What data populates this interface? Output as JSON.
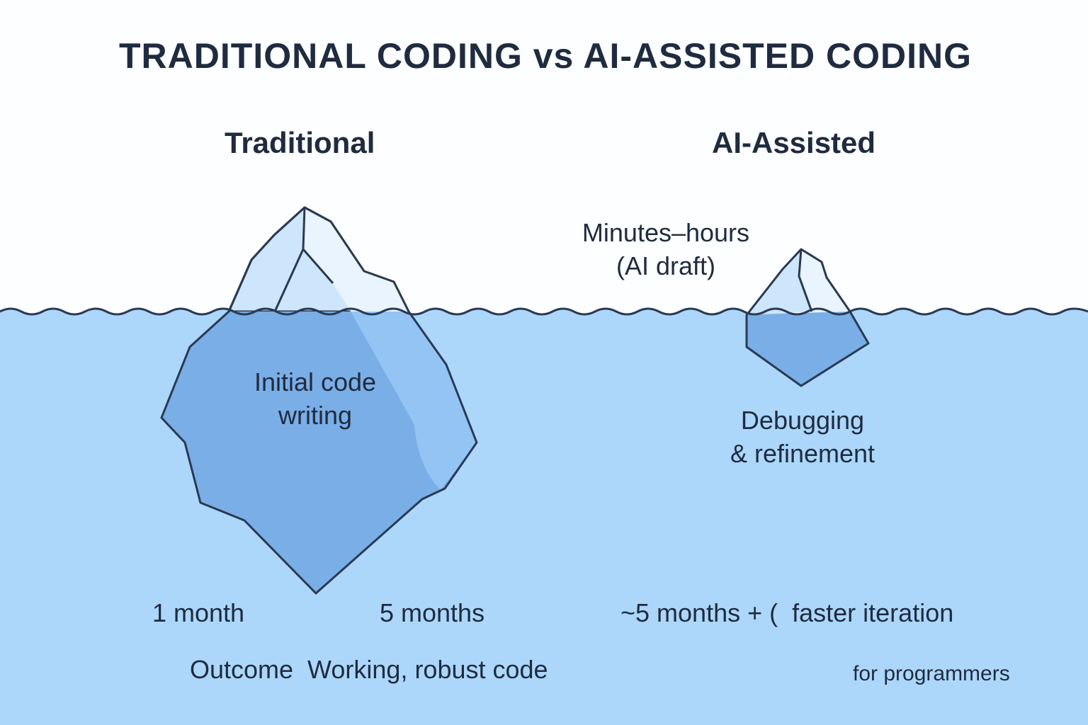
{
  "title": "TRADITIONAL CODING vs AI-ASSISTED CODING",
  "traditional": {
    "heading": "Traditional",
    "iceberg_label_line1": "Initial code",
    "iceberg_label_line2": "writing",
    "time_left": "1 month",
    "time_right": "5 months",
    "outcome": "Outcome  Working, robust code"
  },
  "ai_assisted": {
    "heading": "AI-Assisted",
    "tip_label_line1": "Minutes–hours",
    "tip_label_line2": "(AI draft)",
    "below_label_line1": "Debugging",
    "below_label_line2": "& refinement",
    "time": "~5 months + (  faster iteration",
    "footnote": "for programmers"
  },
  "colors": {
    "water": "#acd7fb",
    "ice_deep": "#7aaee6",
    "ice_light": "#94c4f4",
    "ice_top": "#cde6fb",
    "ice_top_light": "#e9f4fe",
    "outline": "#2a3a52"
  }
}
